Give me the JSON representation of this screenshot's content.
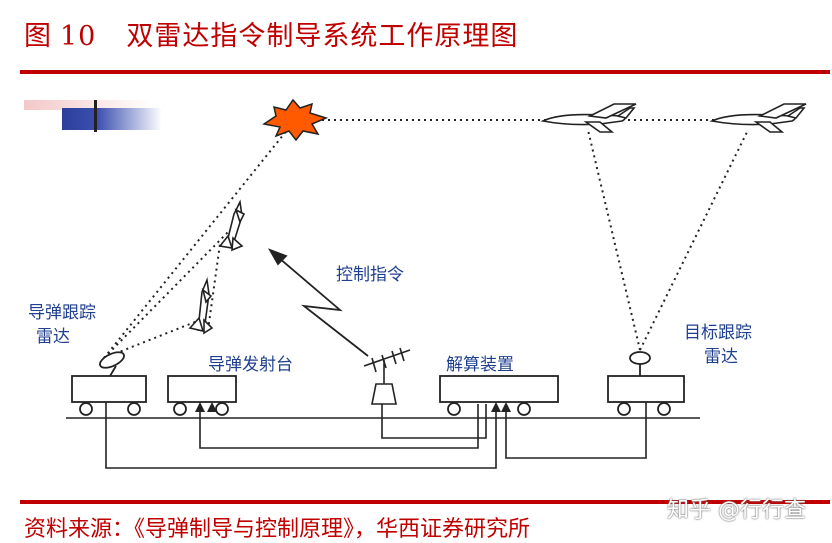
{
  "figure": {
    "label": "图",
    "number": "10",
    "title": "双雷达指令制导系统工作原理图"
  },
  "labels": {
    "missile_radar_line1": "导弹跟踪",
    "missile_radar_line2": "雷达",
    "launcher": "导弹发射台",
    "command": "控制指令",
    "solver": "解算装置",
    "target_radar_line1": "目标跟踪",
    "target_radar_line2": "雷达"
  },
  "source": "资料来源：《导弹制导与控制原理》，华西证券研究所",
  "watermark": "知乎 @行行查",
  "colors": {
    "accent": "#c00000",
    "label": "#1f3f8f",
    "explosion": "#ff5a00"
  }
}
